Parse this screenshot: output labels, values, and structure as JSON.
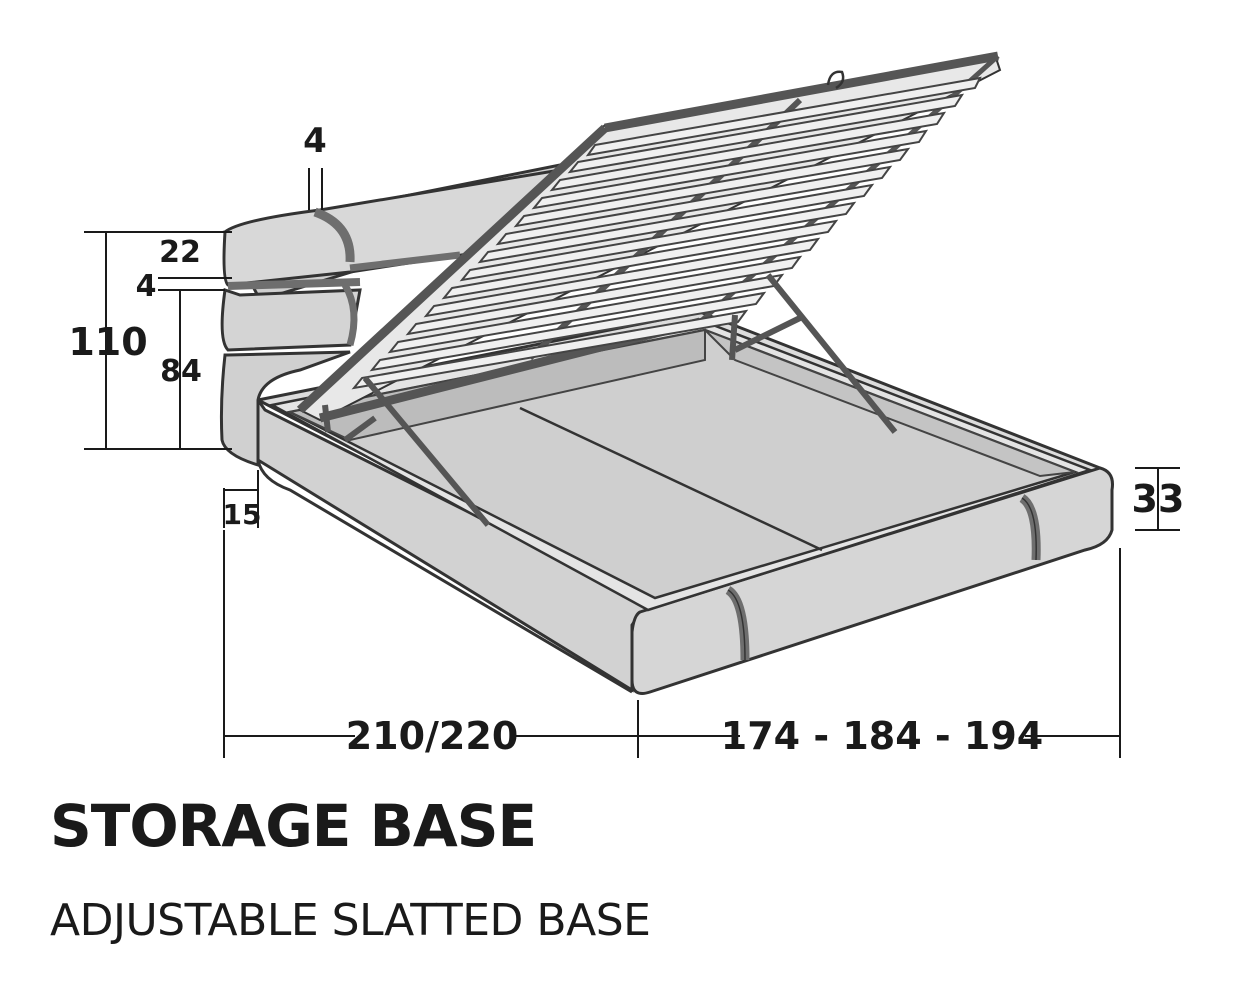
{
  "dimensions": {
    "headboard_top_thickness": "4",
    "headboard_top_height": "22",
    "headboard_gap": "4",
    "headboard_total_height": "110",
    "headboard_lower_height": "84",
    "headboard_depth": "15",
    "frame_height": "33",
    "length": "210/220",
    "widths": "174 - 184 - 194"
  },
  "heading": {
    "title": "STORAGE BASE",
    "subtitle": "ADJUSTABLE SLATTED BASE"
  },
  "colors": {
    "upholstery": "#d9d9d9",
    "upholstery_dark": "#bdbdbd",
    "outline": "#3a3a3a",
    "slat_frame": "#555555",
    "strap": "#6e6e6e",
    "text": "#1a1a1a"
  }
}
